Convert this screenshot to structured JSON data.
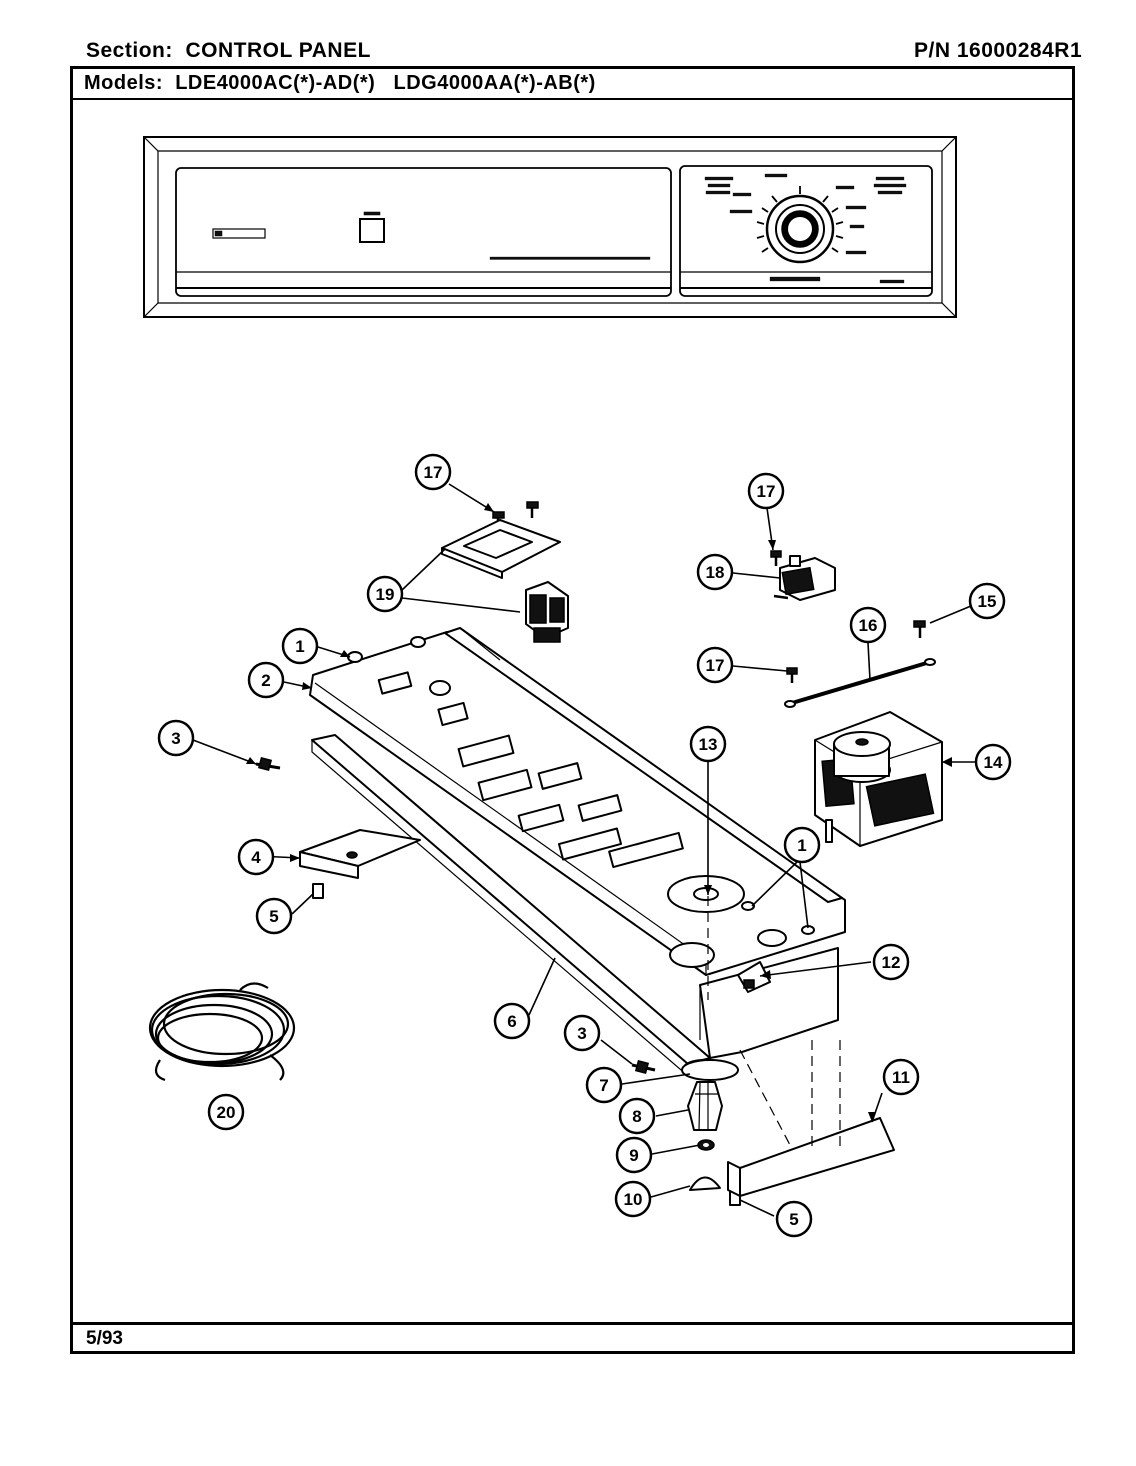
{
  "header": {
    "section_label": "Section:",
    "section_value": "CONTROL PANEL",
    "part_number": "P/N 16000284R1",
    "models_label": "Models:",
    "models_value": "LDE4000AC(*)-AD(*)   LDG4000AA(*)-AB(*)"
  },
  "footer": {
    "date": "5/93"
  },
  "diagram": {
    "callouts": [
      "1",
      "2",
      "3",
      "4",
      "5",
      "6",
      "7",
      "8",
      "9",
      "10",
      "11",
      "12",
      "13",
      "14",
      "15",
      "16",
      "17",
      "18",
      "19",
      "20"
    ]
  }
}
